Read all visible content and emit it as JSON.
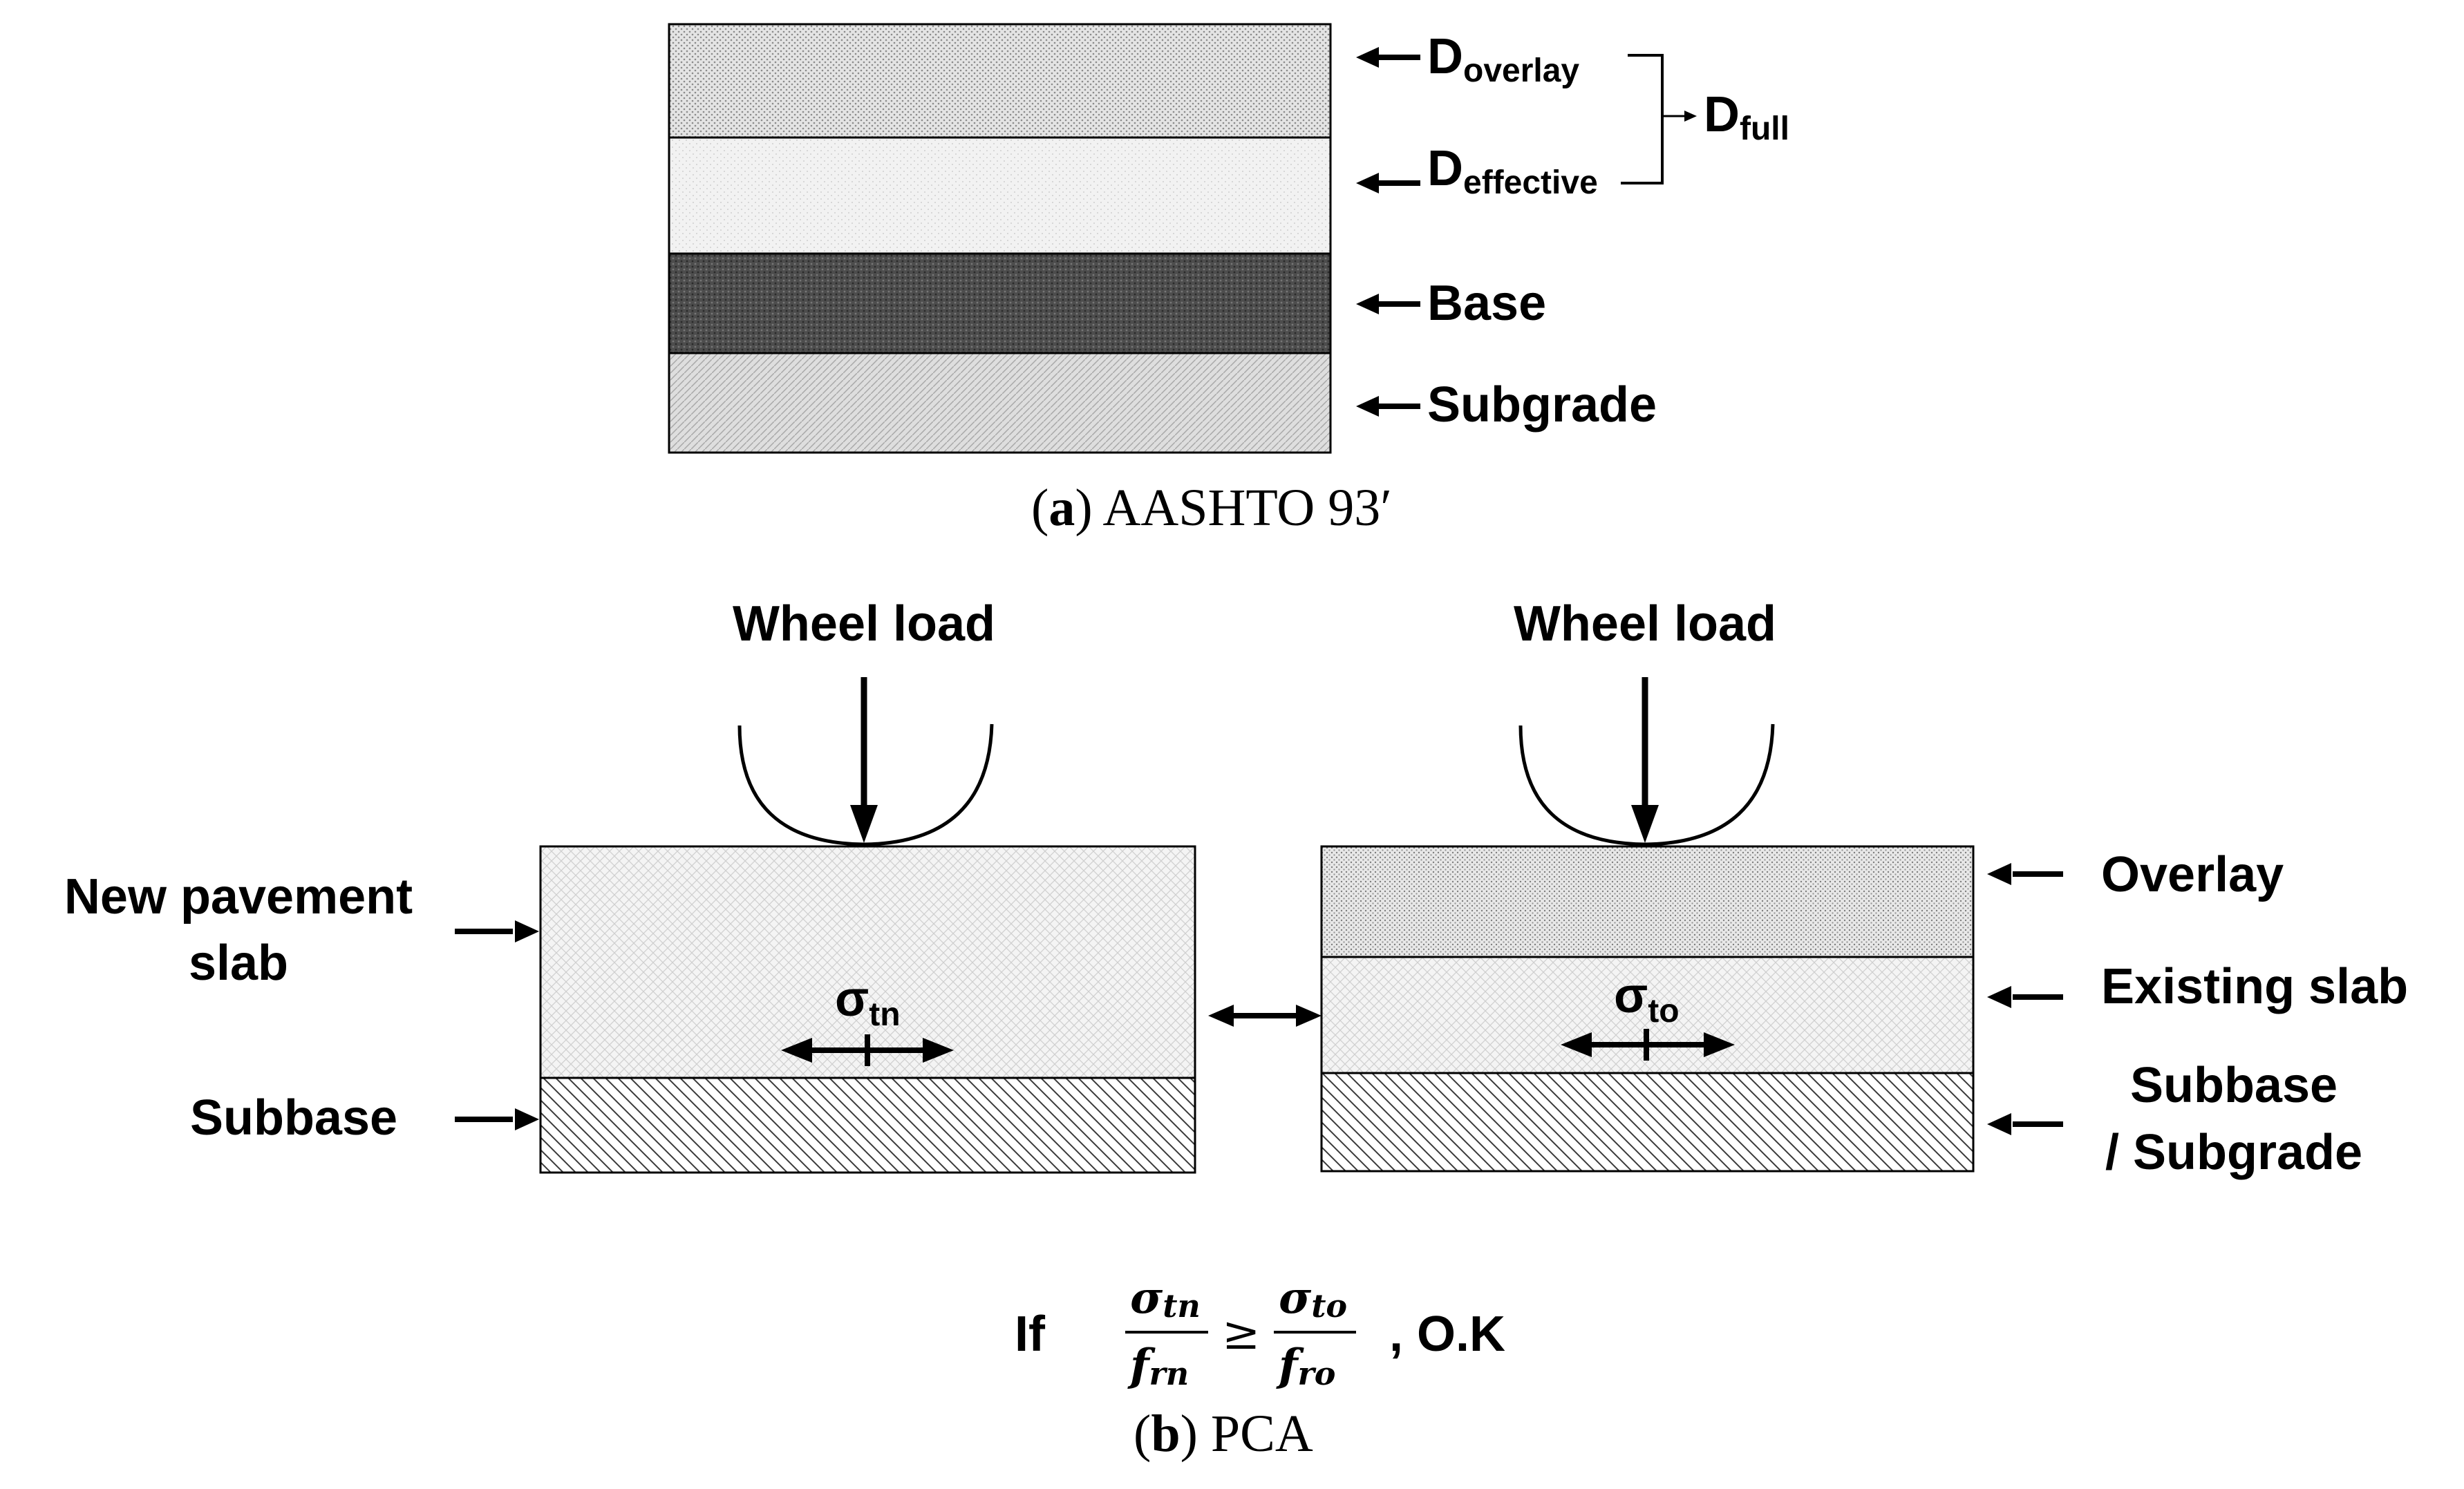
{
  "panel_a": {
    "layers": {
      "overlay_base": "D",
      "overlay_sub": "overlay",
      "effective_base": "D",
      "effective_sub": "effective",
      "base": "Base",
      "subgrade": "Subgrade"
    },
    "full_base": "D",
    "full_sub": "full",
    "caption_letter": "a",
    "caption_text": "AASHTO 93′"
  },
  "panel_b": {
    "left": {
      "wheel_load": "Wheel load",
      "label_slab_line1": "New pavement",
      "label_slab_line2": "slab",
      "label_subbase": "Subbase",
      "stress_base": "σ",
      "stress_sub": "tn"
    },
    "right": {
      "wheel_load": "Wheel load",
      "label_overlay": "Overlay",
      "label_existing": "Existing slab",
      "label_sub_line1": "Subbase",
      "label_sub_line2": "/ Subgrade",
      "stress_base": "σ",
      "stress_sub": "to"
    },
    "criterion": {
      "if": "If",
      "num_left": "σ",
      "num_left_sub": "tn",
      "den_left": "f",
      "den_left_sub": "rn",
      "relation": "≥",
      "num_right": "σ",
      "num_right_sub": "to",
      "den_right": "f",
      "den_right_sub": "ro",
      "ok": ", O.K"
    },
    "caption_letter": "b",
    "caption_text": "PCA"
  },
  "colors": {
    "overlay_fill": "#e6e6e6",
    "effective_fill": "#f2f2f2",
    "base_fill": "#555555",
    "subgrade_fill": "#dcdcdc",
    "slab_fill": "#f3f3f3",
    "overlay_b_fill": "#e9e9e9"
  }
}
